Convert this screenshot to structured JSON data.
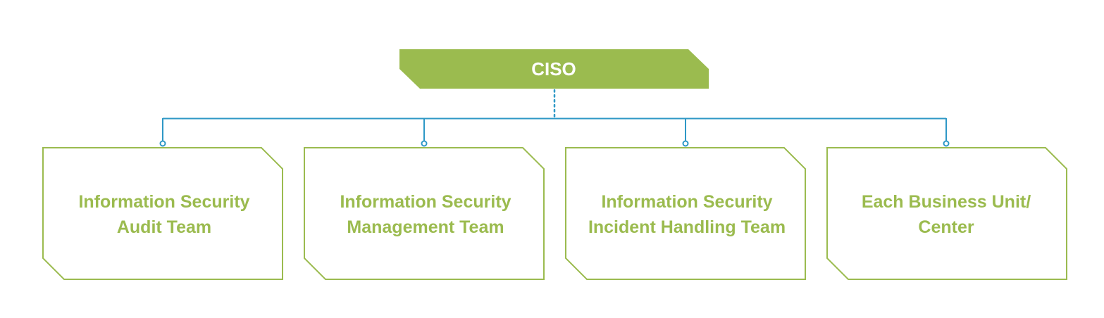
{
  "colors": {
    "accent_green": "#9BBB4F",
    "connector_blue": "#2E98C6",
    "root_text": "#ffffff",
    "box_fill": "#ffffff"
  },
  "root": {
    "label": "CISO"
  },
  "teams": [
    {
      "line1": "Information Security",
      "line2": "Audit Team"
    },
    {
      "line1": "Information Security",
      "line2": "Management Team"
    },
    {
      "line1": "Information Security",
      "line2": "Incident Handling Team"
    },
    {
      "line1": "Each Business Unit/",
      "line2": "Center"
    }
  ]
}
